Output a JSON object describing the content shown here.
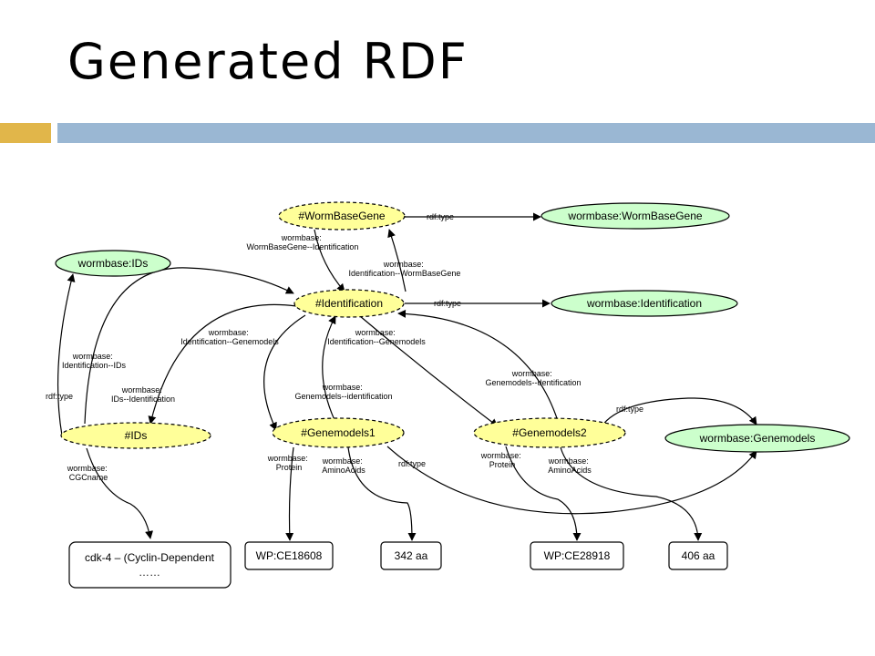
{
  "slide": {
    "title": "Generated RDF",
    "accent_colors": {
      "gold": "#e1b64a",
      "blue": "#9ab7d3"
    }
  },
  "diagram": {
    "node_colors": {
      "instance": "#ffff99",
      "class": "#ccffcc",
      "literal": "#ffffff"
    },
    "nodes": [
      {
        "id": "wormbasegene_inst",
        "kind": "instance",
        "label": "#WormBaseGene"
      },
      {
        "id": "wormbasegene_cls",
        "kind": "class",
        "label": "wormbase:WormBaseGene"
      },
      {
        "id": "ids_cls",
        "kind": "class",
        "label": "wormbase:IDs"
      },
      {
        "id": "identification_inst",
        "kind": "instance",
        "label": "#Identification"
      },
      {
        "id": "identification_cls",
        "kind": "class",
        "label": "wormbase:Identification"
      },
      {
        "id": "ids_inst",
        "kind": "instance",
        "label": "#IDs"
      },
      {
        "id": "genemodels1_inst",
        "kind": "instance",
        "label": "#Genemodels1"
      },
      {
        "id": "genemodels2_inst",
        "kind": "instance",
        "label": "#Genemodels2"
      },
      {
        "id": "genemodels_cls",
        "kind": "class",
        "label": "wormbase:Genemodels"
      },
      {
        "id": "cdk_lit",
        "kind": "literal",
        "label": "cdk-4 – (Cyclin-Dependent",
        "label2": "……"
      },
      {
        "id": "wp1_lit",
        "kind": "literal",
        "label": "WP:CE18608"
      },
      {
        "id": "aa1_lit",
        "kind": "literal",
        "label": "342 aa"
      },
      {
        "id": "wp2_lit",
        "kind": "literal",
        "label": "WP:CE28918"
      },
      {
        "id": "aa2_lit",
        "kind": "literal",
        "label": "406 aa"
      }
    ],
    "edges": [
      {
        "id": "e1",
        "lines": [
          "rdf:type"
        ]
      },
      {
        "id": "e2",
        "lines": [
          "wormbase:",
          "WormBaseGene--Identification"
        ]
      },
      {
        "id": "e3",
        "lines": [
          "wormbase:",
          "Identification--WormBaseGene"
        ]
      },
      {
        "id": "e4",
        "lines": [
          "rdf:type"
        ]
      },
      {
        "id": "e5",
        "lines": [
          "wormbase:",
          "Identification--IDs"
        ]
      },
      {
        "id": "e6",
        "lines": [
          "rdf:type"
        ]
      },
      {
        "id": "e7",
        "lines": [
          "wormbase:",
          "IDs--Identification"
        ]
      },
      {
        "id": "e8",
        "lines": [
          "wormbase:",
          "Identification--Genemodels"
        ]
      },
      {
        "id": "e9",
        "lines": [
          "wormbase:",
          "Identification--Genemodels"
        ]
      },
      {
        "id": "e10",
        "lines": [
          "wormbase:",
          "Genemodels--identification"
        ]
      },
      {
        "id": "e11",
        "lines": [
          "wormbase:",
          "Genemodels--dentification"
        ]
      },
      {
        "id": "e12",
        "lines": [
          "rdf:type"
        ]
      },
      {
        "id": "e13",
        "lines": [
          "rdf:type"
        ]
      },
      {
        "id": "e14",
        "lines": [
          "wormbase:",
          "CGCname"
        ]
      },
      {
        "id": "e15",
        "lines": [
          "wormbase:",
          "Protein"
        ]
      },
      {
        "id": "e16",
        "lines": [
          "wormbase:",
          "AminoAcids"
        ]
      },
      {
        "id": "e17",
        "lines": [
          "wormbase:",
          "Protein"
        ]
      },
      {
        "id": "e18",
        "lines": [
          "wormbase:",
          "AminoAcids"
        ]
      }
    ]
  }
}
